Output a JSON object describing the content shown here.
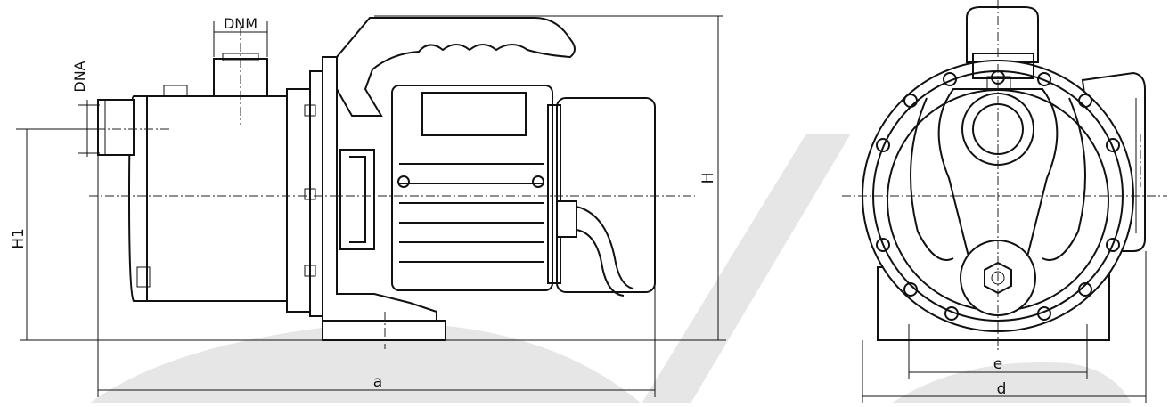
{
  "labels": {
    "dnm": "DNM",
    "dna": "DNA",
    "h1": "H1",
    "h": "H",
    "a": "a",
    "e": "e",
    "d": "d"
  },
  "watermark": {
    "color": "#e6e6e6"
  },
  "line_color": "#111111"
}
